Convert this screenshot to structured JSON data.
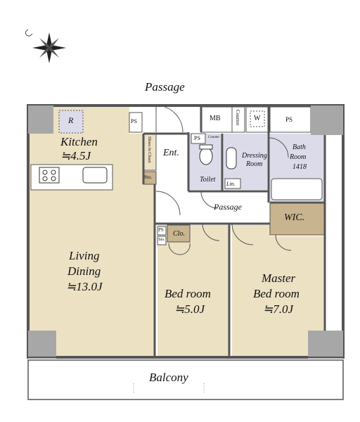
{
  "labels": {
    "passage_top": "Passage",
    "passage_inner": "Passage",
    "kitchen": "Kitchen",
    "kitchen_area": "≒4.5J",
    "living": "Living",
    "dining": "Dining",
    "living_area": "≒13.0J",
    "bedroom": "Bed room",
    "bedroom_area": "≒5.0J",
    "master": "Master",
    "master_bedroom": "Bed room",
    "master_area": "≒7.0J",
    "balcony": "Balcony",
    "entrance": "Ent.",
    "toilet": "Toilet",
    "dressing": "Dressing",
    "dressing_room": "Room",
    "bath": "Bath",
    "bath_room": "Room",
    "bath_size": "1418",
    "wic": "WIC.",
    "closet": "Clo.",
    "linen": "Lin.",
    "refrigerator": "R",
    "mb": "MB",
    "counter": "Counter",
    "counter_small": "Counter",
    "washer": "W",
    "ps_kitchen": "PS",
    "ps_top": "PS",
    "ps_toilet": "PS",
    "ps_bed": "PS",
    "storage_1": "Sto.",
    "storage_2": "Sto.",
    "shoes_closet": "Shoes In Closet"
  },
  "colors": {
    "floor_wood": "#ede1c4",
    "floor_tile": "#dcdbea",
    "storage": "#c8b48f",
    "pillar": "#a7a7a7",
    "wall": "#555555"
  }
}
